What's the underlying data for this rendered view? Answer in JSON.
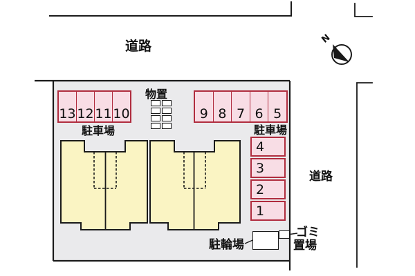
{
  "roads": {
    "top_label": "道路",
    "right_label": "道路"
  },
  "compass": {
    "north_label": "N"
  },
  "parking_row_a": {
    "label": "駐車場",
    "stalls": [
      "13",
      "12",
      "11",
      "10"
    ]
  },
  "parking_row_b": {
    "label": "駐車場",
    "stalls": [
      "9",
      "8",
      "7",
      "6",
      "5"
    ]
  },
  "parking_col_c": {
    "stalls": [
      "4",
      "3",
      "2",
      "1"
    ]
  },
  "storage": {
    "label": "物置"
  },
  "bicycle": {
    "label": "駐輪場"
  },
  "garbage": {
    "label_line1": "ゴミ",
    "label_line2": "置場"
  },
  "colors": {
    "bg": "#ffffff",
    "site_fill": "#eaeaec",
    "line": "#1a1a1a",
    "building_fill": "#faf4c3",
    "stall_fill": "#f8dde5",
    "stall_border": "#b02c3e",
    "storage_fill": "#ffffff",
    "text": "#111111"
  }
}
